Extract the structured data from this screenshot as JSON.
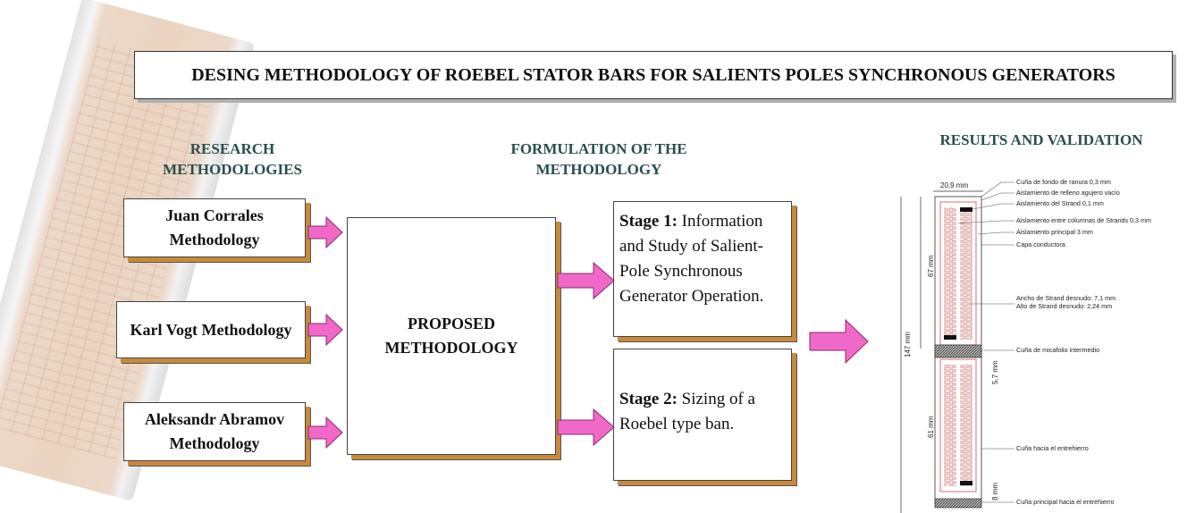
{
  "title": "DESING METHODOLOGY OF ROEBEL STATOR BARS FOR SALIENTS POLES SYNCHRONOUS GENERATORS",
  "headings": {
    "research": "RESEARCH METHODOLOGIES",
    "formulation": "FORMULATION OF THE METHODOLOGY",
    "results": "RESULTS AND VALIDATION"
  },
  "methodologies": [
    {
      "line1": "Juan Corrales",
      "line2": "Methodology"
    },
    {
      "line1": "Karl Vogt Methodology",
      "line2": ""
    },
    {
      "line1": "Aleksandr Abramov",
      "line2": "Methodology"
    }
  ],
  "proposed": {
    "line1": "PROPOSED",
    "line2": "METHODOLOGY"
  },
  "stages": [
    {
      "label": "Stage 1:",
      "text": "Information and Study of Salient-Pole Synchronous Generator Operation."
    },
    {
      "label": "Stage 2:",
      "text": "Sizing of a Roebel type ban."
    }
  ],
  "drawing": {
    "dims": {
      "width": "20,9 mm",
      "h67": "67 mm",
      "h147": "147 mm",
      "h61": "61 mm",
      "h57": "5,7 mm",
      "h8": "8 mm"
    },
    "labels": [
      "Cuña de fondo de ranura  0,3 mm",
      "Aislamiento de relleno agujero vacío",
      "Aislamiento del Strand 0,1 mm",
      "Aislamiento entre columnas de Strands 0,3 mm",
      "Aislamiento principal 3 mm",
      "Capa conductora",
      "Ancho de Strand desnudo: 7,1 mm",
      "Alto de Strand desnudo: 2,24 mm",
      "Cuña de micafolio intermedio",
      "Cuña hacia el entrehierro",
      "Cuña principal hacia el entrehierro"
    ]
  },
  "colors": {
    "arrow": "#f069c8",
    "heading": "#284f4f",
    "shadow": "#c78a3c"
  }
}
